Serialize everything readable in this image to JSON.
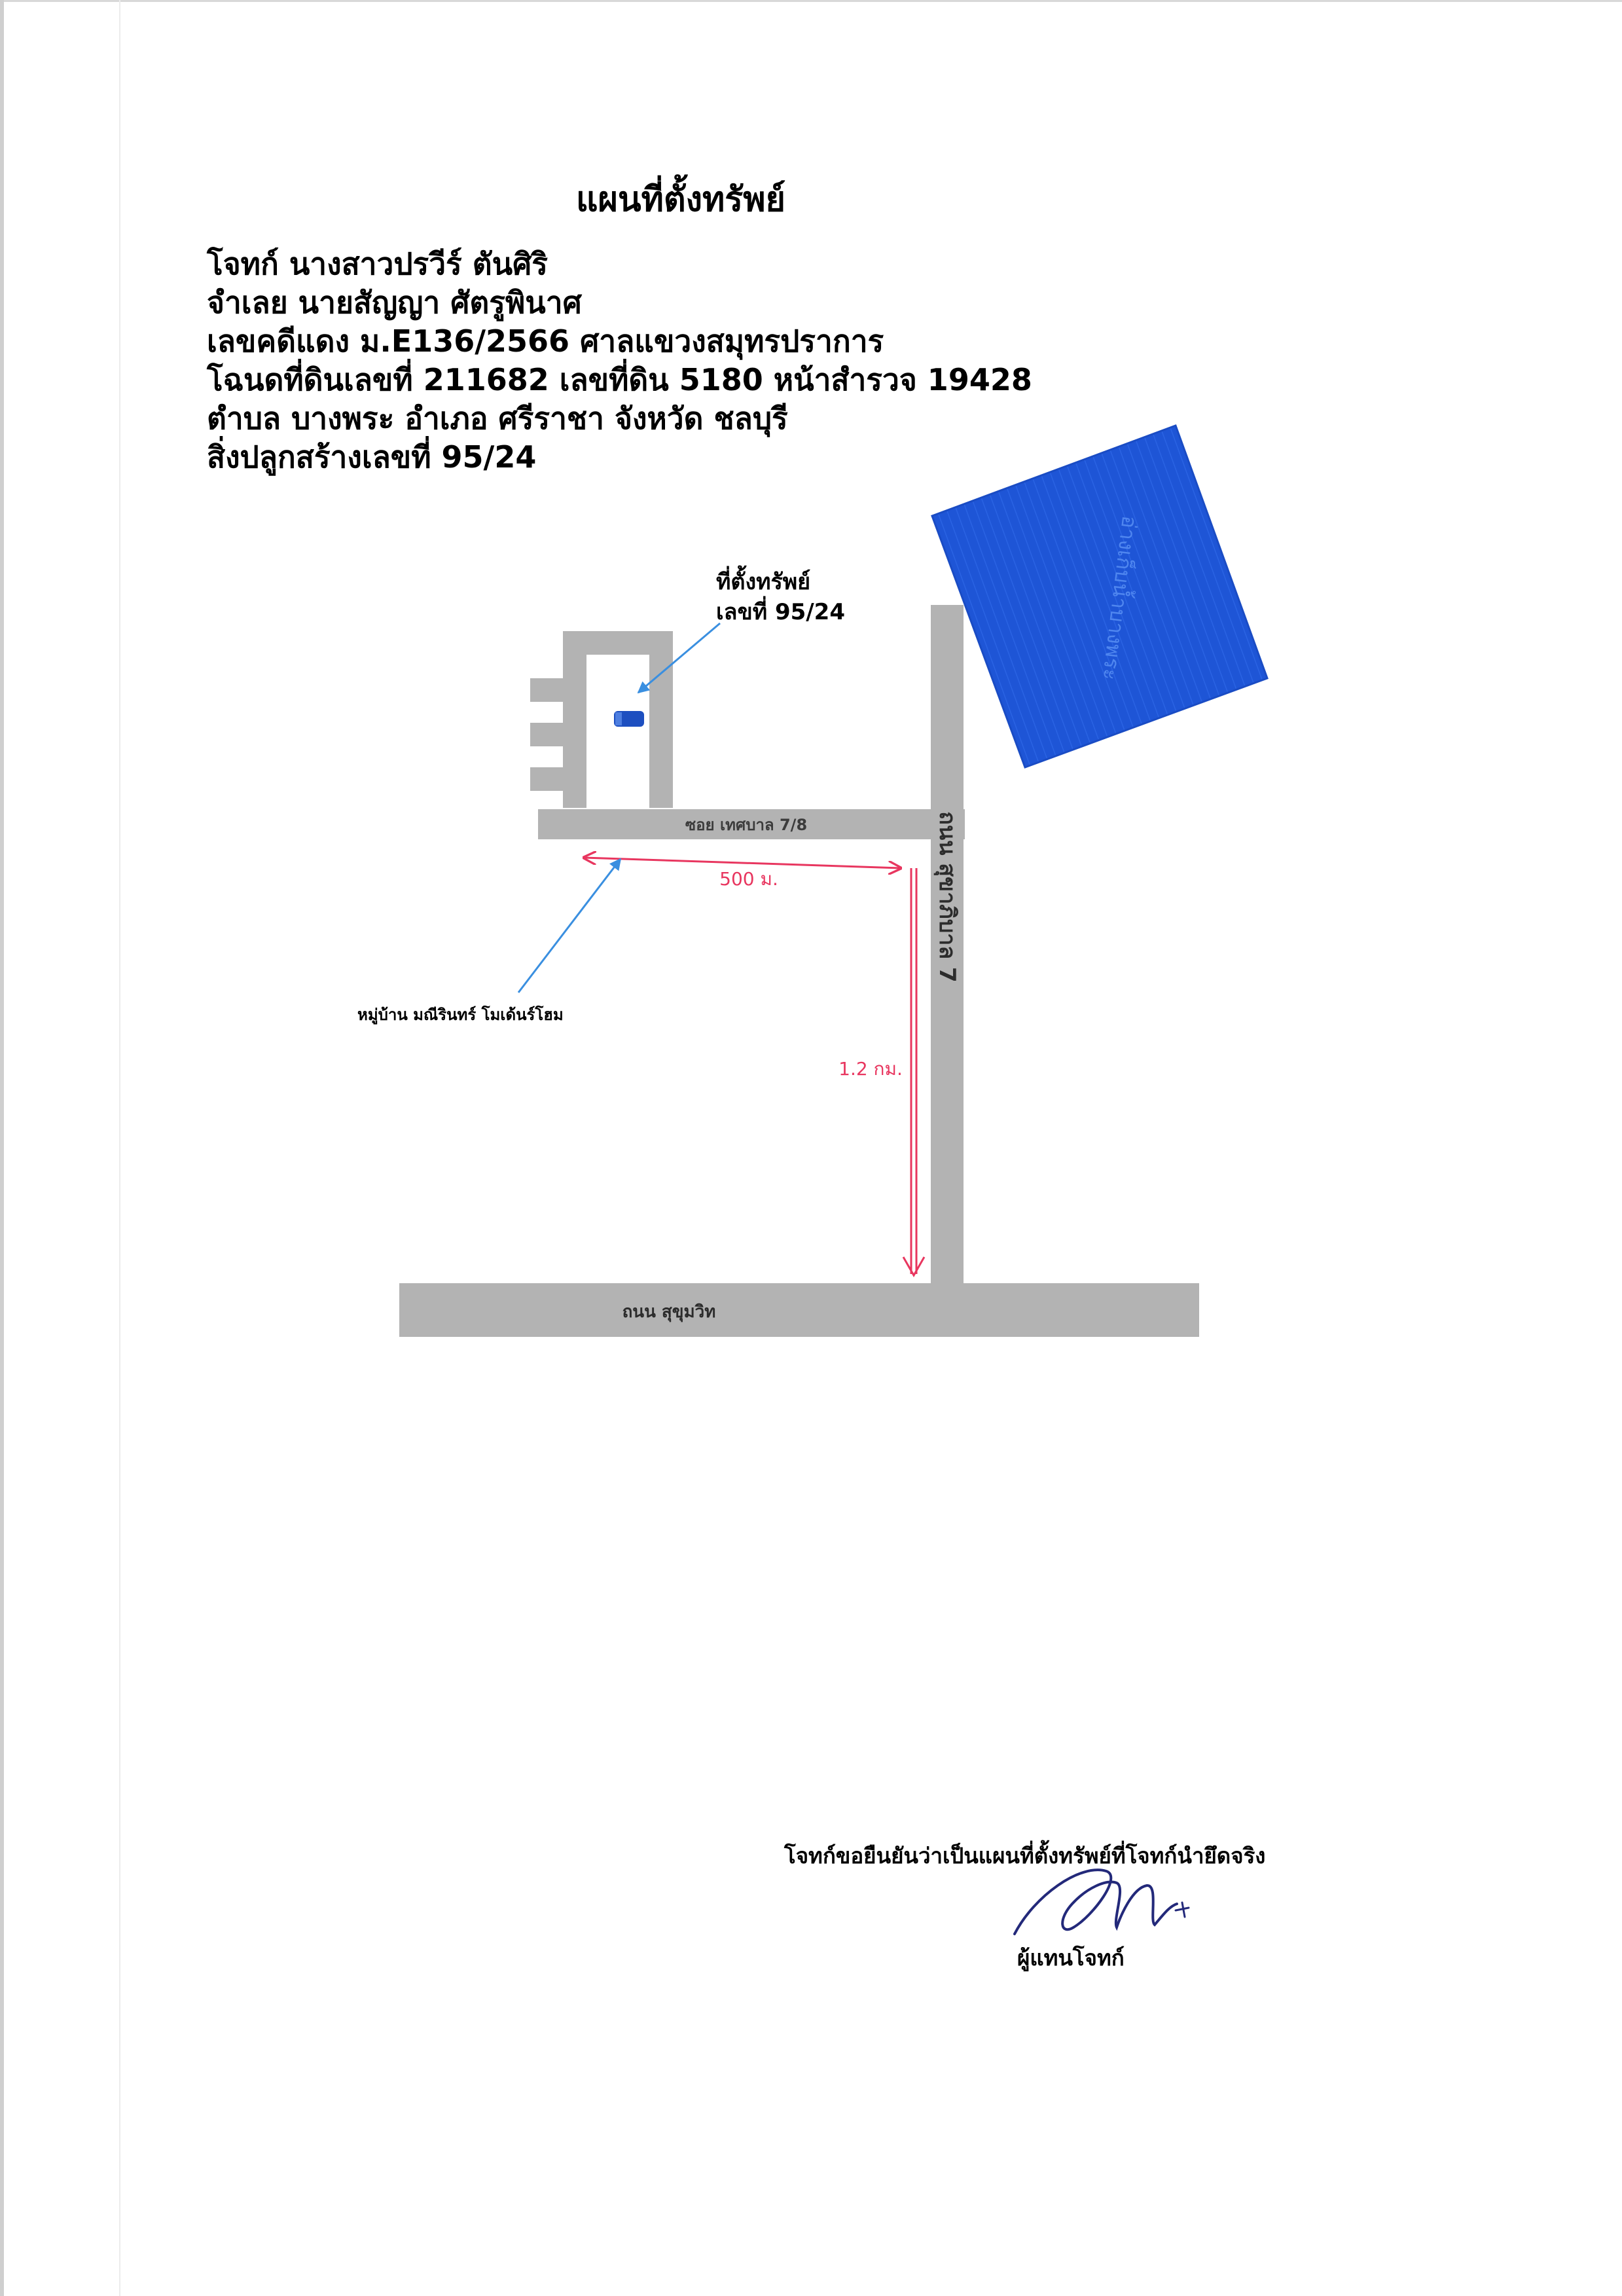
{
  "document": {
    "title": "แผนที่ตั้งทรัพย์",
    "lines": [
      "โจทก์ นางสาวปรวีร์  ตันศิริ",
      "จำเลย นายสัญญา ศัตรูพินาศ",
      "เลขคดีแดง ม.E136/2566  ศาลแขวงสมุทรปราการ",
      "โฉนดที่ดินเลขที่ 211682  เลขที่ดิน 5180 หน้าสำรวจ 19428",
      "ตำบล บางพระ อำเภอ ศรีราชา จังหวัด ชลบุรี",
      "สิ่งปลูกสร้างเลขที่ 95/24"
    ]
  },
  "map": {
    "property_label_line1": "ที่ตั้งทรัพย์",
    "property_label_line2": "เลขที่ 95/24",
    "soi_label": "ซอย เทศบาล 7/8",
    "road_vertical_label": "ถนน สุขาภิบาล 7",
    "road_bottom_label": "ถนน สุขุมวิท",
    "reservoir_label": "อ่างเก็บน้ำบางพระ",
    "distance_horizontal": "500 ม.",
    "distance_vertical": "1.2 กม.",
    "village_label": "หมู่บ้าน มณีรินทร์ โมเด้นร์โฮม",
    "colors": {
      "road": "#b3b3b3",
      "water": "#1e55d6",
      "distance": "#e8365f",
      "pointer": "#3a8fe0",
      "marker": "#1d4fc0"
    }
  },
  "footer": {
    "confirmation": "โจทก์ขอยืนยันว่าเป็นแผนที่ตั้งทรัพย์ที่โจทก์นำยึดจริง",
    "representative": "ผู้แทนโจทก์"
  }
}
